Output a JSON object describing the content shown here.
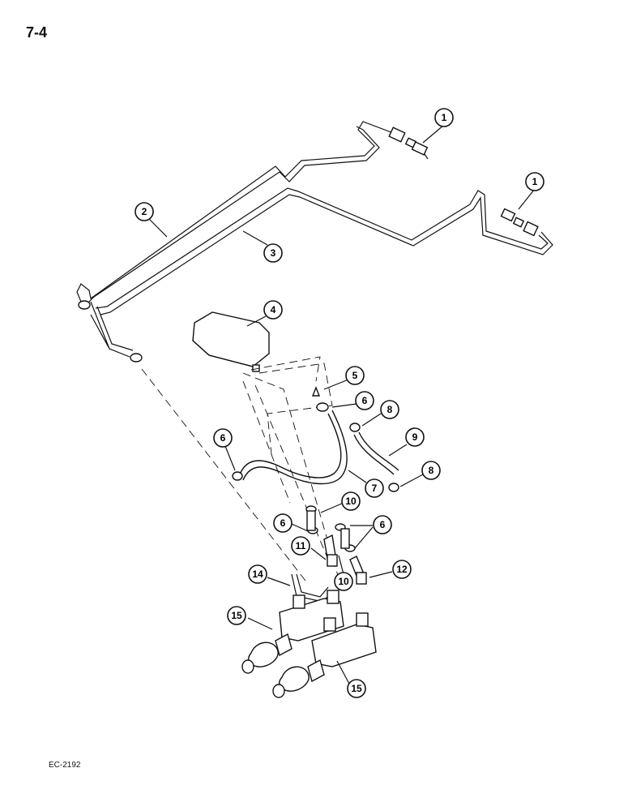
{
  "page": {
    "number": "7-4",
    "figure_code": "EC-2192"
  },
  "callouts": [
    {
      "label": "1"
    },
    {
      "label": "1"
    },
    {
      "label": "2"
    },
    {
      "label": "3"
    },
    {
      "label": "4"
    },
    {
      "label": "5"
    },
    {
      "label": "6"
    },
    {
      "label": "8"
    },
    {
      "label": "6"
    },
    {
      "label": "9"
    },
    {
      "label": "7"
    },
    {
      "label": "8"
    },
    {
      "label": "10"
    },
    {
      "label": "6"
    },
    {
      "label": "6"
    },
    {
      "label": "11"
    },
    {
      "label": "10"
    },
    {
      "label": "12"
    },
    {
      "label": "14"
    },
    {
      "label": "15"
    },
    {
      "label": "15"
    }
  ]
}
